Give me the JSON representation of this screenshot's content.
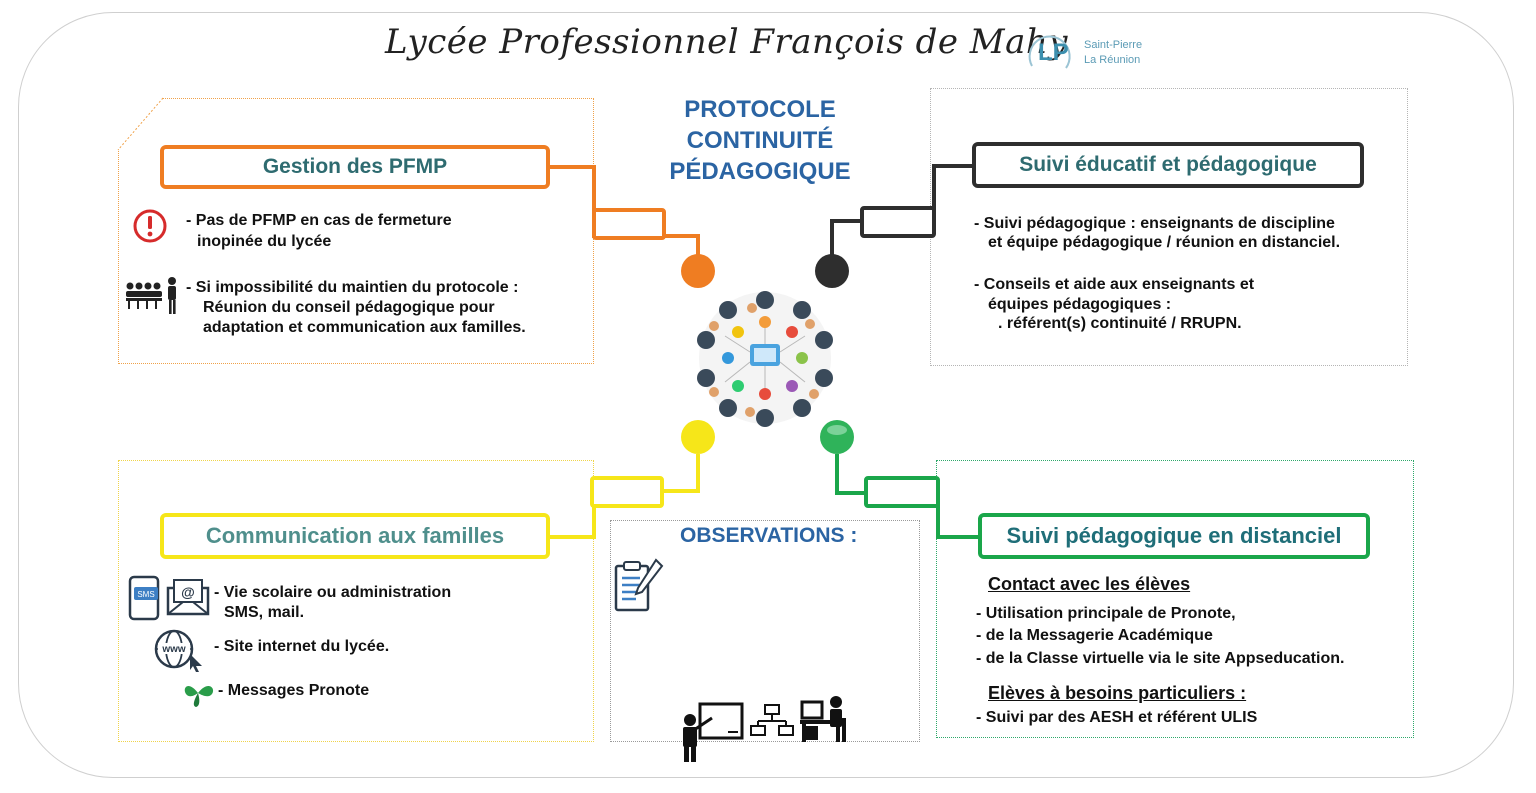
{
  "header": {
    "title": "Lycée Professionnel François de Mahy",
    "logo_line1": "Saint-Pierre",
    "logo_line2": "La Réunion",
    "logo_letters": "LP"
  },
  "center_title": [
    "PROTOCOLE",
    "CONTINUITÉ",
    "PÉDAGOGIQUE"
  ],
  "colors": {
    "orange": "#ef7d22",
    "dark": "#2e2e2e",
    "yellow": "#f6e619",
    "green": "#1aa64a",
    "title_blue": "#2b64a3",
    "teal": "#2e6b70"
  },
  "pfmp": {
    "title": "Gestion des PFMP",
    "item1_line1": "- Pas  de  PFMP  en cas de  fermeture",
    "item1_line2": "inopinée du lycée",
    "item2_line1": "- Si impossibilité du maintien du protocole :",
    "item2_line2": "Réunion du conseil pédagogique pour",
    "item2_line3": "adaptation et communication aux familles.",
    "icons": [
      "exclamation-icon",
      "meeting-icon"
    ]
  },
  "suivi": {
    "title": "Suivi éducatif et pédagogique",
    "line1": "- Suivi pédagogique : enseignants de discipline",
    "line2": "et équipe pédagogique / réunion en distanciel.",
    "line3": "- Conseils et aide aux enseignants et",
    "line4": "équipes pédagogiques :",
    "line5": ". référent(s) continuité  / RRUPN."
  },
  "comm": {
    "title": "Communication aux familles",
    "item1_line1": "- Vie scolaire ou administration",
    "item1_line2": "SMS, mail.",
    "item2": "- Site  internet du lycée.",
    "item3": "- Messages Pronote",
    "sms_label": "SMS",
    "www_label": "www",
    "at_label": "@"
  },
  "observations": {
    "title": "OBSERVATIONS :"
  },
  "dist": {
    "title": "Suivi pédagogique en distanciel",
    "sub1": "Contact avec les élèves",
    "line1": "- Utilisation principale de Pronote,",
    "line2": "- de la Messagerie Académique",
    "line3": "- de la Classe virtuelle via le site Appseducation.",
    "sub2": "Elèves à besoins particuliers :",
    "line4": "- Suivi  par des AESH et référent ULIS"
  }
}
